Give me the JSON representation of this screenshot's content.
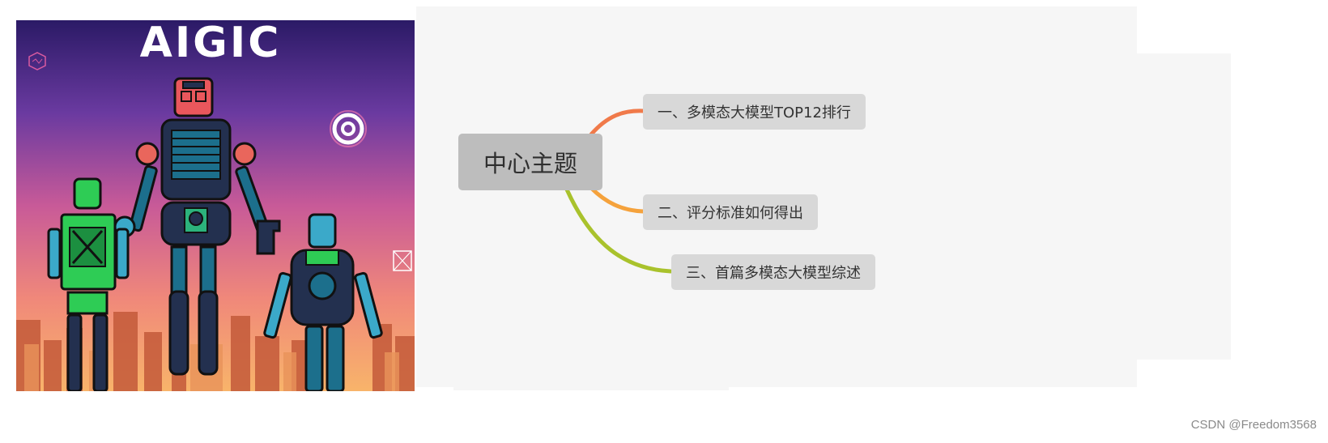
{
  "poster": {
    "title": "AIGIC"
  },
  "mindmap": {
    "center": "中心主题",
    "branches": [
      {
        "label": "一、多模态大模型TOP12排行",
        "color": "#f07a4a"
      },
      {
        "label": "二、评分标准如何得出",
        "color": "#f5a23c"
      },
      {
        "label": "三、首篇多模态大模型综述",
        "color": "#a9c22c"
      }
    ]
  },
  "watermark": "CSDN @Freedom3568"
}
